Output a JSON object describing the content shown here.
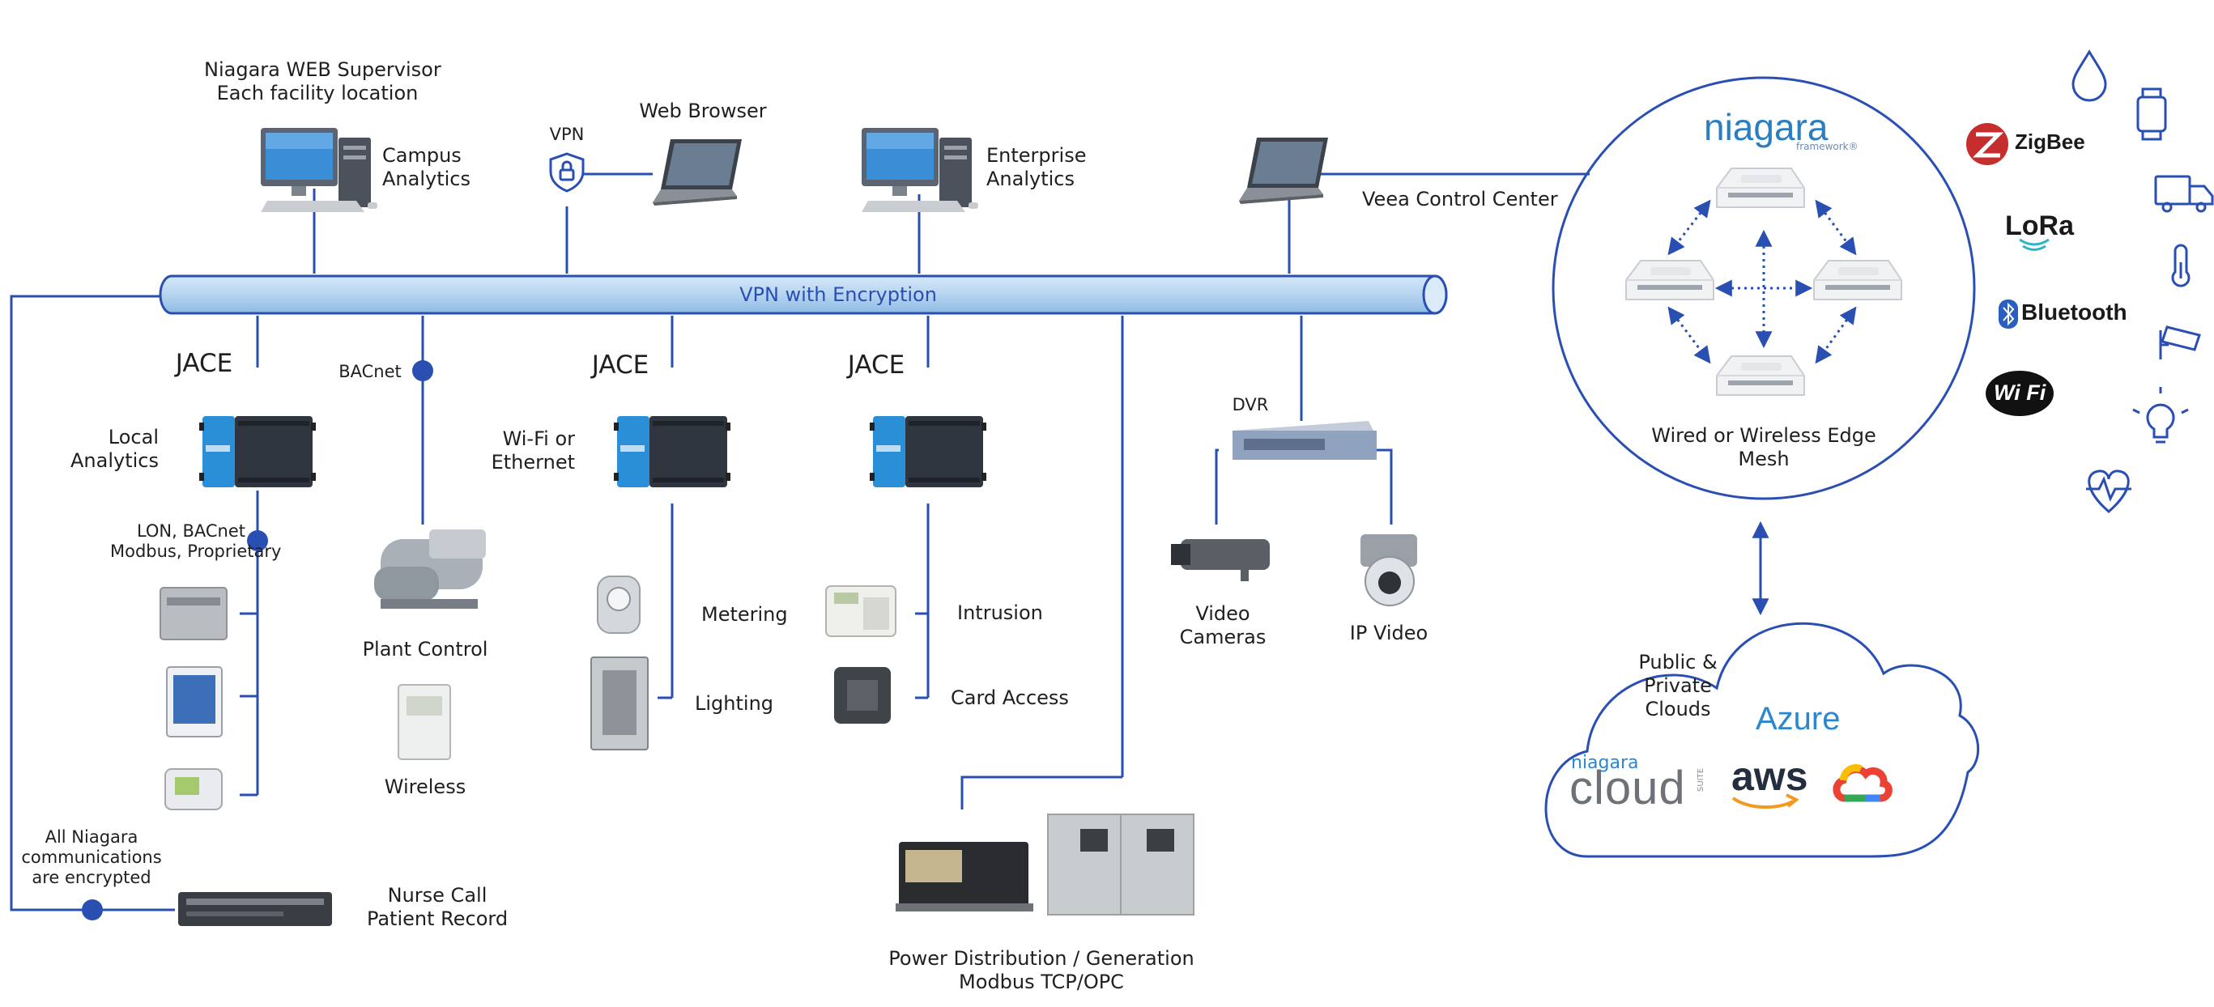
{
  "labels": {
    "supervisor": [
      "Niagara WEB Supervisor",
      "Each facility location"
    ],
    "campus": [
      "Campus",
      "Analytics"
    ],
    "vpn": "VPN",
    "web_browser": "Web Browser",
    "enterprise": [
      "Enterprise",
      "Analytics"
    ],
    "veea": "Veea Control Center",
    "pipe": "VPN with Encryption",
    "jace": "JACE",
    "local_analytics": [
      "Local",
      "Analytics"
    ],
    "bacnet": "BACnet",
    "wifi_ethernet": [
      "Wi-Fi or",
      "Ethernet"
    ],
    "protocols": [
      "LON, BACnet",
      "Modbus, Proprietary"
    ],
    "plant_control": "Plant Control",
    "wireless": "Wireless",
    "metering": "Metering",
    "lighting": "Lighting",
    "intrusion": "Intrusion",
    "card_access": "Card Access",
    "dvr": "DVR",
    "video_cameras": [
      "Video",
      "Cameras"
    ],
    "ip_video": "IP Video",
    "encrypted": [
      "All Niagara",
      "communications",
      "are encrypted"
    ],
    "nurse_call": [
      "Nurse Call",
      "Patient Record"
    ],
    "power": [
      "Power Distribution / Generation",
      "Modbus TCP/OPC"
    ],
    "edge_mesh": [
      "Wired or Wireless Edge",
      "Mesh"
    ],
    "clouds": [
      "Public &",
      "Private",
      "Clouds"
    ]
  },
  "brands": {
    "niagara": "niagara",
    "framework": "framework®",
    "zigbee": "ZigBee",
    "lora": "LoRa",
    "bluetooth": "Bluetooth",
    "wifi": "Wi Fi",
    "azure": "Azure",
    "niagara_small": "niagara",
    "cloud": "cloud",
    "suite": "SUITE",
    "aws": "aws"
  },
  "iot_icons": [
    "water-drop-icon",
    "smartwatch-icon",
    "truck-icon",
    "thermometer-icon",
    "security-camera-icon",
    "light-bulb-icon",
    "heart-rate-icon"
  ],
  "colors": {
    "line": "#2a4fb3",
    "pipe_fill": "#b7d5f1",
    "jace_blue": "#2b8fd8",
    "jace_dark": "#2f3640"
  }
}
